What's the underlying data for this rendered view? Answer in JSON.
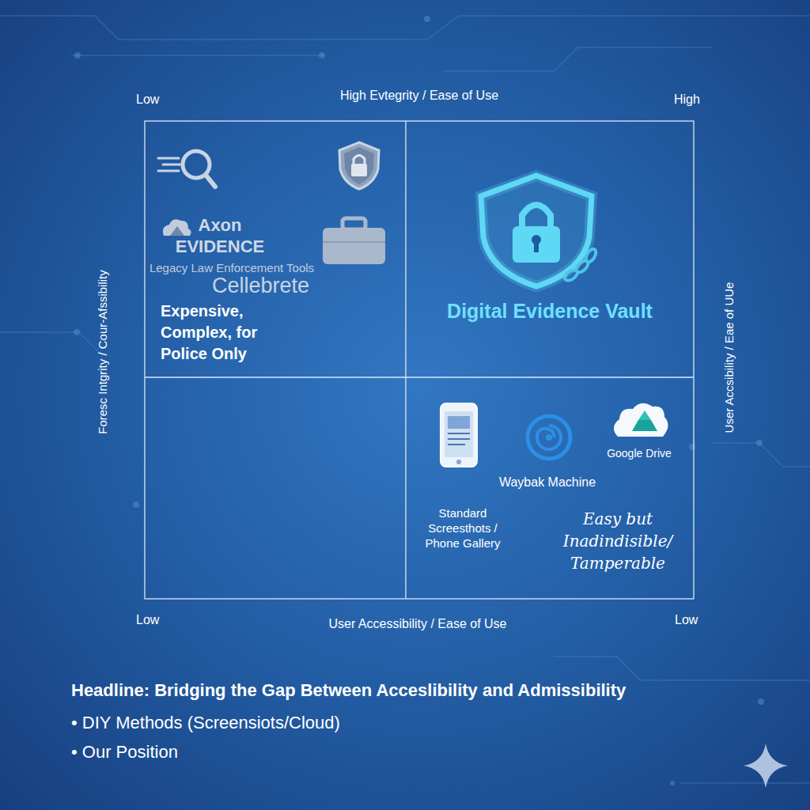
{
  "diagram": {
    "title": "Headline: Bridging the Gap Between Acceslibility and Admissibility",
    "nodes": [
      {
        "text": [
          "Cellebrete",
          "Axon EVIDENCE",
          "Legacy Law Enforcement Tools",
          "Expensive, Complex, for Police Only"
        ]
      },
      {
        "text": [
          "Digital Evidence Vault"
        ]
      },
      {
        "text": [
          "Google Drive",
          "Waybak Machine",
          "Standard Screesthots / Phone Gallery",
          "Easy but Inadindisible/ Tamperable"
        ]
      }
    ],
    "labels": [
      "Low",
      "High Evtegrity / Ease of Use",
      "High",
      "Foresc Intgrity / Cour-Afssibility",
      "User Accsibility / Eae of UUe",
      "Low",
      "User Accessibility / Ease of Use",
      "Low",
      "• DIY Methods (Screensiots/Cloud)",
      "• Our Position"
    ]
  }
}
